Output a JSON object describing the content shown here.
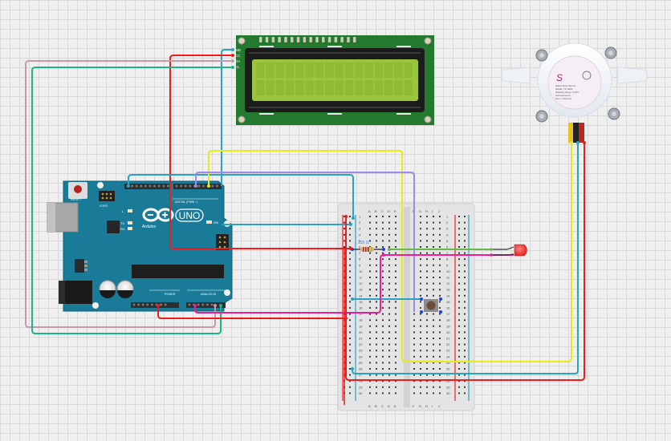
{
  "app": {
    "type": "circuit-simulator-canvas"
  },
  "components": {
    "lcd": {
      "name": "LCD 16x2 I2C",
      "pins": [
        "GND",
        "VCC",
        "SDA",
        "SCL"
      ],
      "backlight_color": "#9bc53d",
      "pcb_color": "#237a2e"
    },
    "arduino": {
      "name": "Arduino UNO",
      "brand_label": "Arduino",
      "model_label": "UNO",
      "reset_label": "RESET",
      "icsp_label": "ICSP2",
      "icsp_label2": "ICSP",
      "led_labels": [
        "L",
        "TX",
        "RX"
      ],
      "on_label": "ON",
      "digital_label": "DIGITAL (PWM ~)",
      "power_label": "POWER",
      "analog_label": "ANALOG IN",
      "aref_label": "AREF",
      "gnd_label": "GND",
      "board_color": "#1a7b99"
    },
    "flow_sensor": {
      "name": "Water Flow Sensor",
      "label_lines": [
        "Water Flow Sensor",
        "Model: YF-S201",
        "Working range: 5-24V",
        "www.seeed.cc",
        "Sen: 1-30L/min"
      ],
      "wires": [
        "yellow",
        "black",
        "red"
      ]
    },
    "resistor": {
      "value_label": "220 Ω"
    },
    "led": {
      "color": "red"
    },
    "pushbutton": {
      "name": "Pushbutton"
    },
    "breadboard": {
      "name": "Half Breadboard",
      "col_labels_left": [
        "a",
        "b",
        "c",
        "d",
        "e"
      ],
      "col_labels_right": [
        "f",
        "g",
        "h",
        "i",
        "j"
      ],
      "rows": 30
    }
  },
  "wire_colors": {
    "red": "#ee1c1c",
    "teal": "#2aa3c0",
    "yellow": "#e8ec16",
    "purple": "#9a8ce8",
    "pink": "#c79aab",
    "green": "#1fb48a",
    "magenta": "#ea1e9c",
    "ledgreen": "#6ab84d"
  }
}
